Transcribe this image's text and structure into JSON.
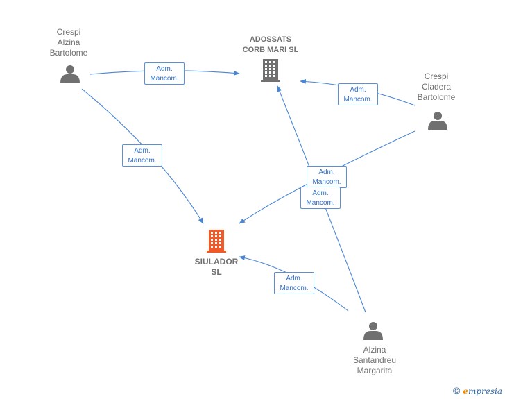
{
  "nodes": {
    "crespi_alzina": {
      "label": "Crespi\nAlzina\nBartolome",
      "type": "person"
    },
    "adossats": {
      "label": "ADOSSATS\nCORB MARI  SL",
      "type": "company"
    },
    "crespi_cladera": {
      "label": "Crespi\nCladera\nBartolome",
      "type": "person"
    },
    "siulador": {
      "label": "SIULADOR\nSL",
      "type": "company-focus"
    },
    "alzina_santandreu": {
      "label": "Alzina\nSantandreu\nMargarita",
      "type": "person"
    }
  },
  "edges": [
    {
      "from": "crespi_alzina",
      "to": "adossats",
      "label": "Adm.\nMancom."
    },
    {
      "from": "crespi_alzina",
      "to": "siulador",
      "label": "Adm.\nMancom."
    },
    {
      "from": "crespi_cladera",
      "to": "adossats",
      "label": "Adm.\nMancom."
    },
    {
      "from": "crespi_cladera",
      "to": "siulador",
      "label": "Adm.\nMancom."
    },
    {
      "from": "alzina_santandreu",
      "to": "adossats",
      "label": "Adm.\nMancom."
    },
    {
      "from": "alzina_santandreu",
      "to": "siulador",
      "label": "Adm.\nMancom."
    }
  ],
  "colors": {
    "edge": "#4a86d4",
    "person": "#707070",
    "company": "#707070",
    "focus": "#f05a28"
  },
  "icons": {
    "person": "person-icon",
    "company": "building-icon"
  },
  "footer": {
    "copyright": "©",
    "brand_first": "e",
    "brand_rest": "mpresia"
  }
}
